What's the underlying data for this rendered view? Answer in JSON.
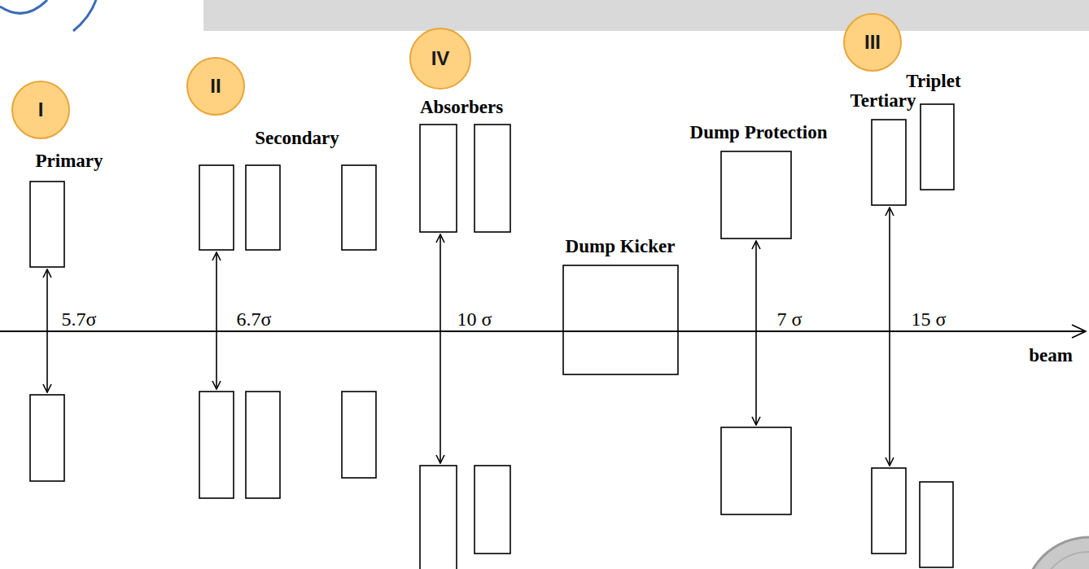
{
  "diagram": {
    "nodes": [
      {
        "text": [
          "I"
        ]
      },
      {
        "text": [
          "II"
        ]
      },
      {
        "text": [
          "IV"
        ]
      },
      {
        "text": [
          "III"
        ]
      }
    ],
    "labels": [
      "Primary",
      "Secondary",
      "Absorbers",
      "Dump Kicker",
      "Dump Protection",
      "Tertiary",
      "Triplet",
      "5.7σ",
      "6.7σ",
      "10 σ",
      "7 σ",
      "15 σ",
      "beam"
    ]
  }
}
